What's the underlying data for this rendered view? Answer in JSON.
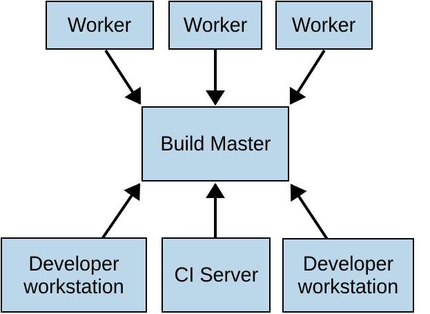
{
  "diagram": {
    "nodes": [
      {
        "id": "worker-1",
        "label": "Worker"
      },
      {
        "id": "worker-2",
        "label": "Worker"
      },
      {
        "id": "worker-3",
        "label": "Worker"
      },
      {
        "id": "build-master",
        "label": "Build Master"
      },
      {
        "id": "developer-workstation-1",
        "label": "Developer workstation"
      },
      {
        "id": "ci-server",
        "label": "CI Server"
      },
      {
        "id": "developer-workstation-2",
        "label": "Developer workstation"
      }
    ],
    "edges": [
      {
        "from": "worker-1",
        "to": "build-master"
      },
      {
        "from": "worker-2",
        "to": "build-master"
      },
      {
        "from": "worker-3",
        "to": "build-master"
      },
      {
        "from": "developer-workstation-1",
        "to": "build-master"
      },
      {
        "from": "ci-server",
        "to": "build-master"
      },
      {
        "from": "developer-workstation-2",
        "to": "build-master"
      }
    ],
    "colors": {
      "node_fill": "#bcd7ea",
      "node_border": "#000000",
      "arrow": "#000000",
      "background": "#ffffff"
    }
  }
}
